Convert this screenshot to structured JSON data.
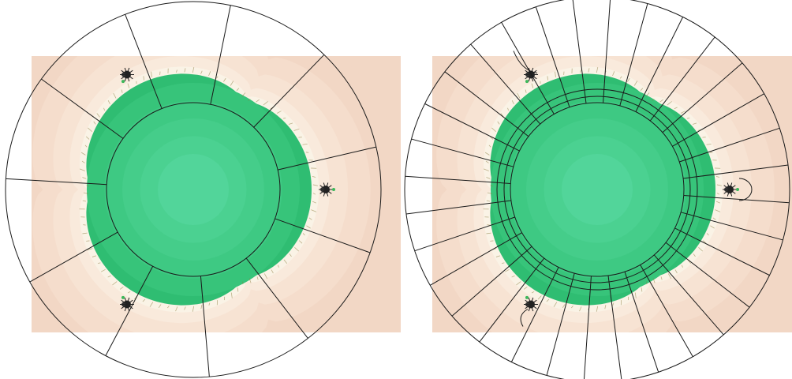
{
  "figure": {
    "panels": [
      {
        "id": "left",
        "rays": 11,
        "equipotentials": 1
      },
      {
        "id": "right",
        "rays": 32,
        "equipotentials": 3
      }
    ],
    "colors": {
      "background": "#ffffff",
      "exterior_bands": [
        "#f2d7c5",
        "#f5ddcc",
        "#f7e3d3",
        "#f9eadc",
        "#fbf0e3"
      ],
      "interior_bands": [
        "#2fbd72",
        "#37c47a",
        "#3ec983",
        "#45cd8a",
        "#4bd191",
        "#52d59a"
      ],
      "rim": "#faf3e6",
      "lines": "#1a1a1a",
      "cusp_dot": "#3cb85a"
    },
    "icons": [
      "mini-mandelbrot-icon"
    ]
  }
}
